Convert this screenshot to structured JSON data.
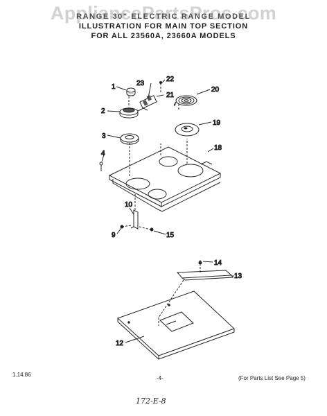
{
  "watermark": "AppliancePartsPros.com",
  "header": {
    "line1": "RANGE 30\" ELECTRIC RANGE MODEL",
    "line2": "ILLUSTRATION FOR MAIN TOP SECTION",
    "line3": "FOR ALL 23560A, 23660A  MODELS"
  },
  "callouts": {
    "c1": "1",
    "c2": "2",
    "c3": "3",
    "c4": "4",
    "c9": "9",
    "c10": "10",
    "c12": "12",
    "c13": "13",
    "c14": "14",
    "c15": "15",
    "c18": "18",
    "c19": "19",
    "c20": "20",
    "c21": "21",
    "c22": "22",
    "c23": "23"
  },
  "footer": {
    "date": "1.14.86",
    "page": "-4-",
    "note": "(For Parts List See Page 5)",
    "handwritten": "172-E-8"
  }
}
